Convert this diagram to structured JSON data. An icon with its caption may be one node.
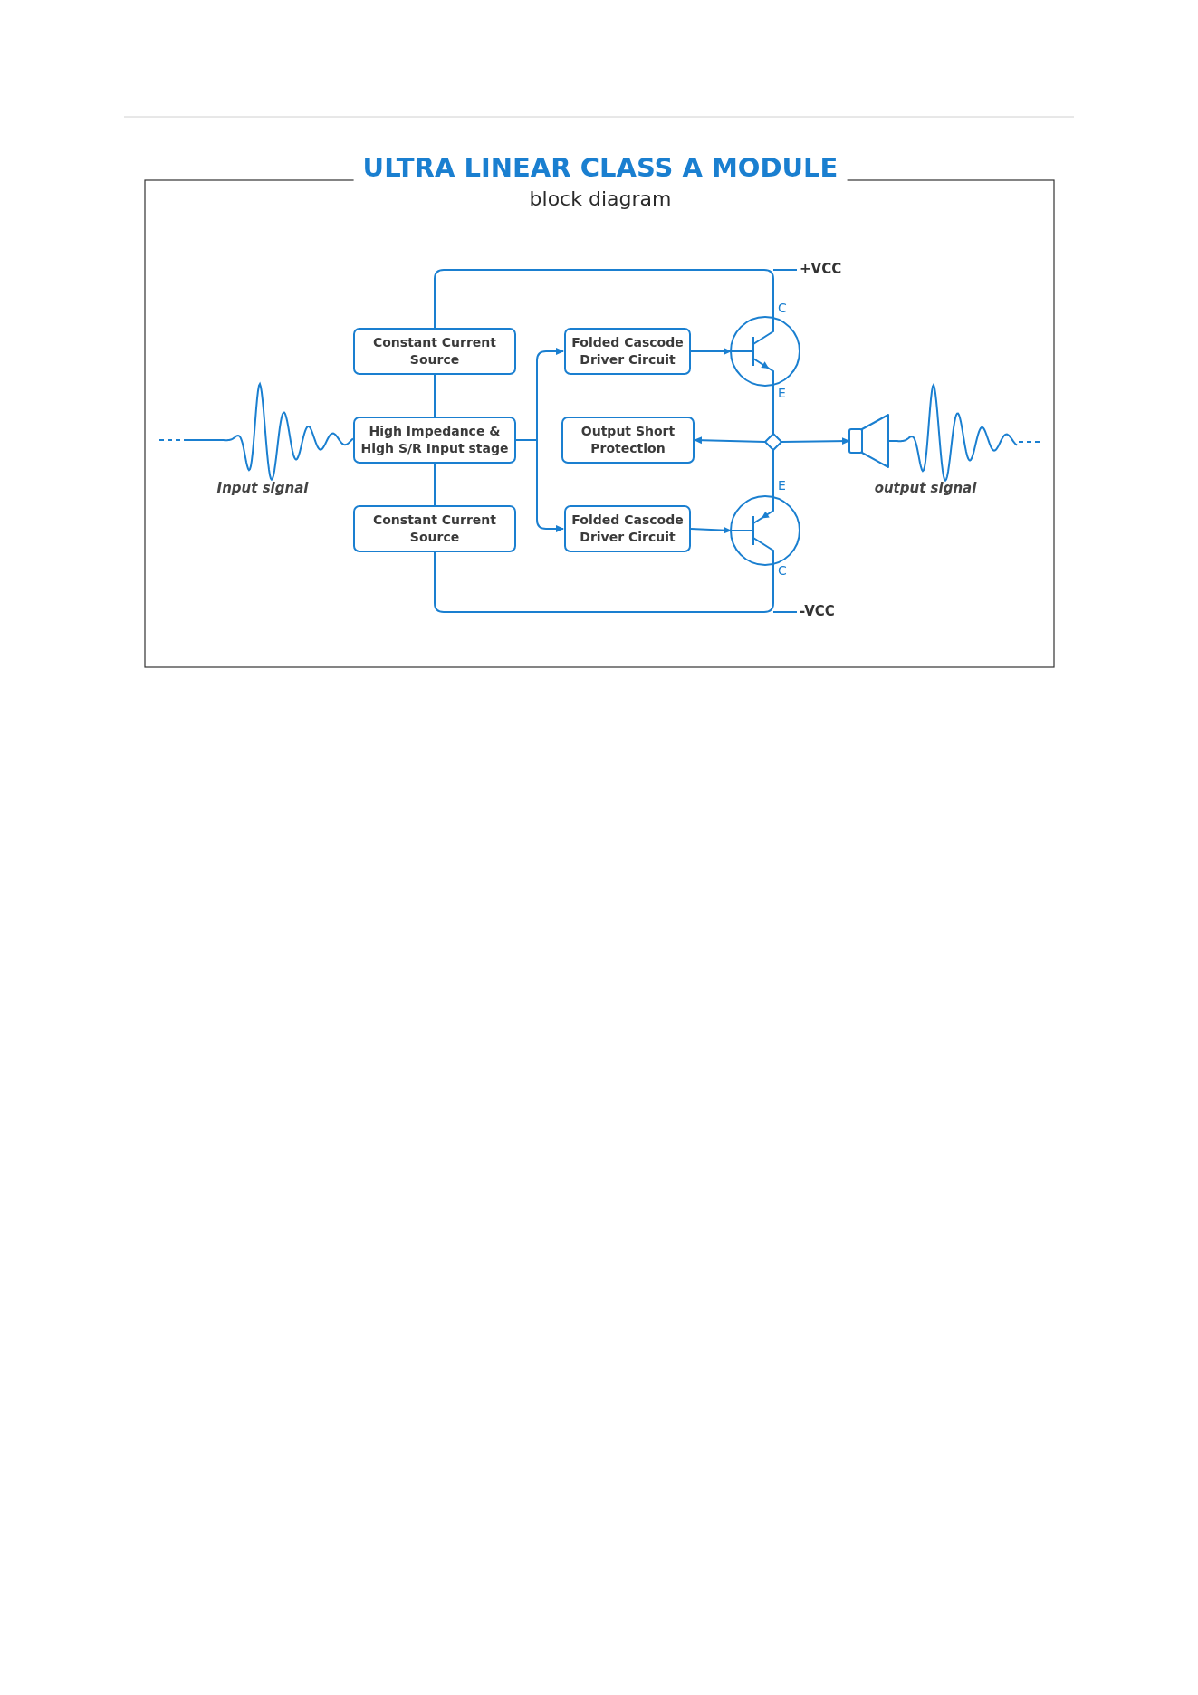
{
  "diagram": {
    "title": "ULTRA LINEAR CLASS A MODULE",
    "nodes": [
      {
        "text": [
          "Constant Current Source"
        ]
      },
      {
        "text": [
          "High Impedance & High S/R Input stage"
        ]
      },
      {
        "text": [
          "Constant Current Source"
        ]
      },
      {
        "text": [
          "Folded Cascode Driver Circuit"
        ]
      },
      {
        "text": [
          "Output Short Protection"
        ]
      },
      {
        "text": [
          "Folded Cascode Driver Circuit"
        ]
      },
      {
        "text": [],
        "shape": "transistor"
      },
      {
        "text": [],
        "shape": "transistor"
      },
      {
        "text": [],
        "shape": "diamond"
      },
      {
        "text": [],
        "shape": "speaker"
      }
    ],
    "edges": [
      {
        "from": null,
        "to": 1,
        "arrow": "none"
      },
      {
        "from": 1,
        "to": 0,
        "arrow": "none"
      },
      {
        "from": 1,
        "to": 2,
        "arrow": "none"
      },
      {
        "from": 1,
        "to": 3,
        "arrow": "to"
      },
      {
        "from": 1,
        "to": 5,
        "arrow": "to"
      },
      {
        "from": 0,
        "to": 6,
        "arrow": "none"
      },
      {
        "from": 2,
        "to": 7,
        "arrow": "none"
      },
      {
        "from": 3,
        "to": 6,
        "arrow": "to"
      },
      {
        "from": 5,
        "to": 7,
        "arrow": "to"
      },
      {
        "from": 6,
        "to": 8,
        "arrow": "none"
      },
      {
        "from": 7,
        "to": 8,
        "arrow": "none"
      },
      {
        "from": 8,
        "to": 4,
        "arrow": "to"
      },
      {
        "from": 8,
        "to": 9,
        "arrow": "to"
      },
      {
        "from": 9,
        "to": null,
        "arrow": "none"
      }
    ],
    "labels": [
      "block diagram",
      "+VCC",
      "C",
      "E",
      "Input signal",
      "output signal",
      "E",
      "C",
      "-VCC"
    ]
  }
}
